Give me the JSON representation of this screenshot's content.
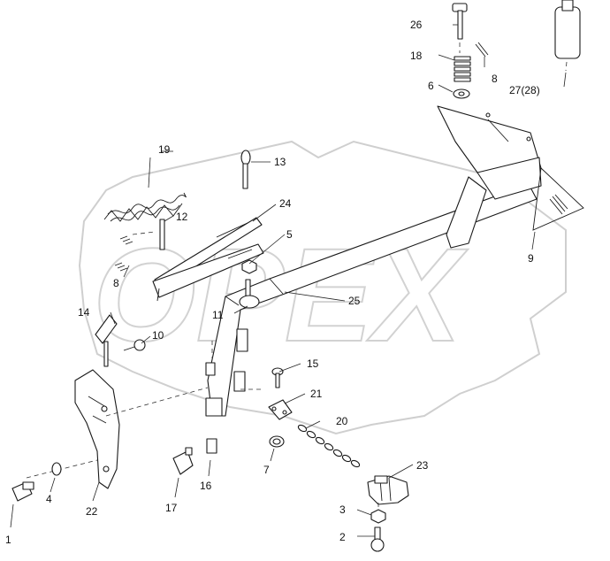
{
  "watermark": {
    "text": "OPEX"
  },
  "callouts": {
    "c1": "1",
    "c2": "2",
    "c3": "3",
    "c4": "4",
    "c5": "5",
    "c6": "6",
    "c7": "7",
    "c8a": "8",
    "c8b": "8",
    "c9": "9",
    "c10": "10",
    "c11": "11",
    "c12": "12",
    "c13": "13",
    "c14": "14",
    "c15": "15",
    "c16": "16",
    "c17": "17",
    "c18": "18",
    "c19": "19",
    "c20": "20",
    "c21": "21",
    "c22": "22",
    "c23": "23",
    "c24": "24",
    "c25": "25",
    "c26": "26",
    "c27": "27(28)"
  }
}
